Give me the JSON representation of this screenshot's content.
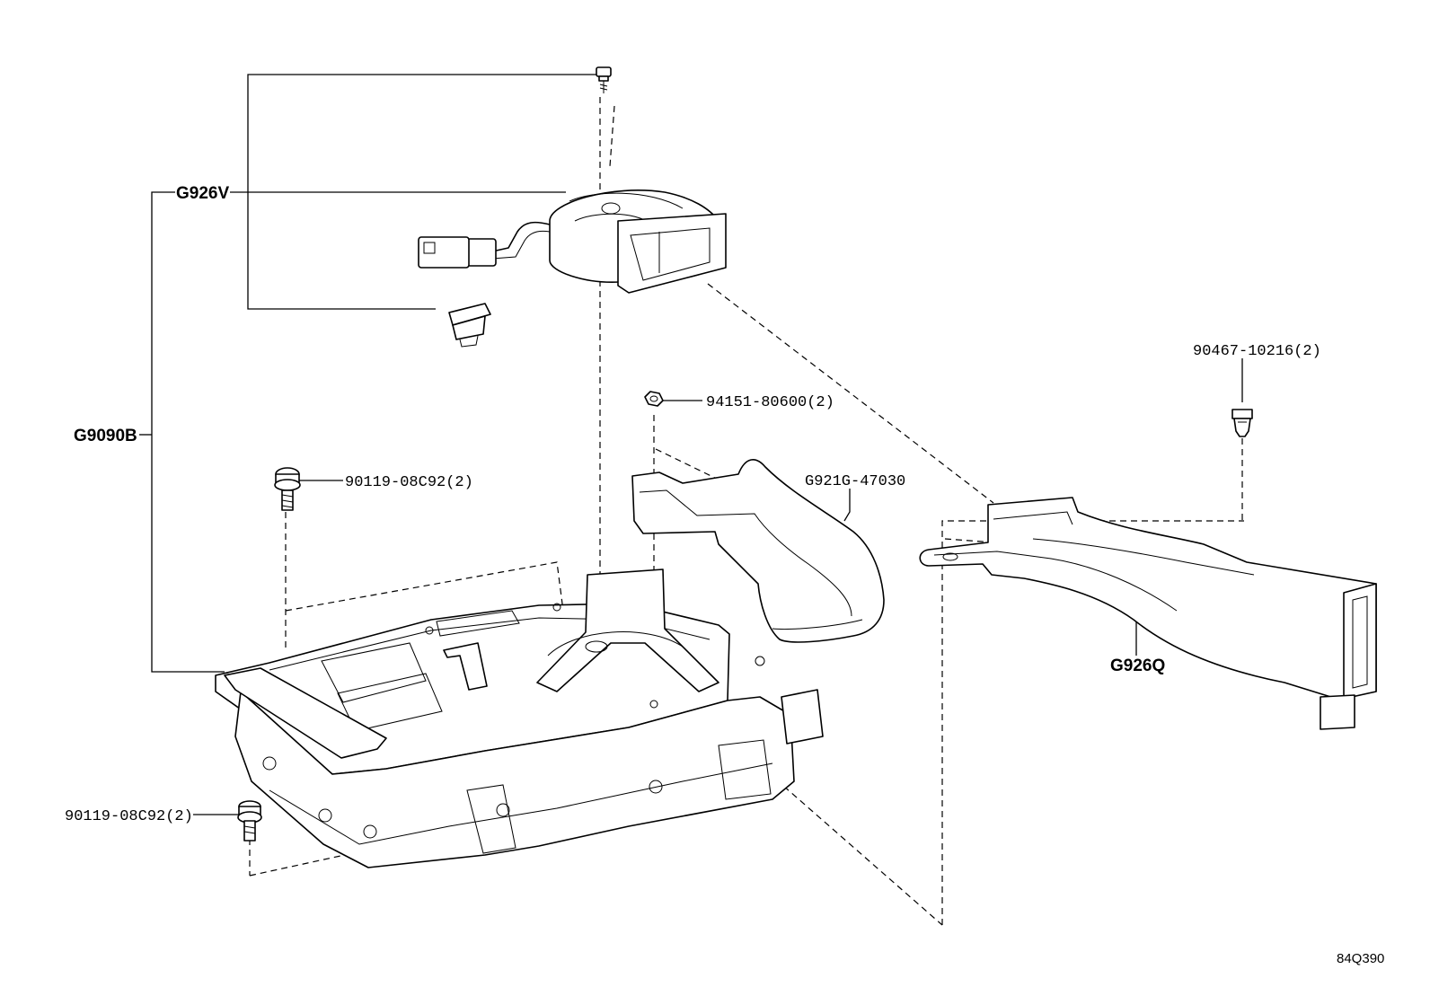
{
  "callouts": {
    "g926v": "G926V",
    "g9090b": "G9090B",
    "bolt_upper": "90119-08C92(2)",
    "bolt_lower": "90119-08C92(2)",
    "nut": "94151-80600(2)",
    "duct_cover": "G921G-47030",
    "clip": "90467-10216(2)",
    "duct": "G926Q"
  },
  "figure_ref": "84Q390"
}
